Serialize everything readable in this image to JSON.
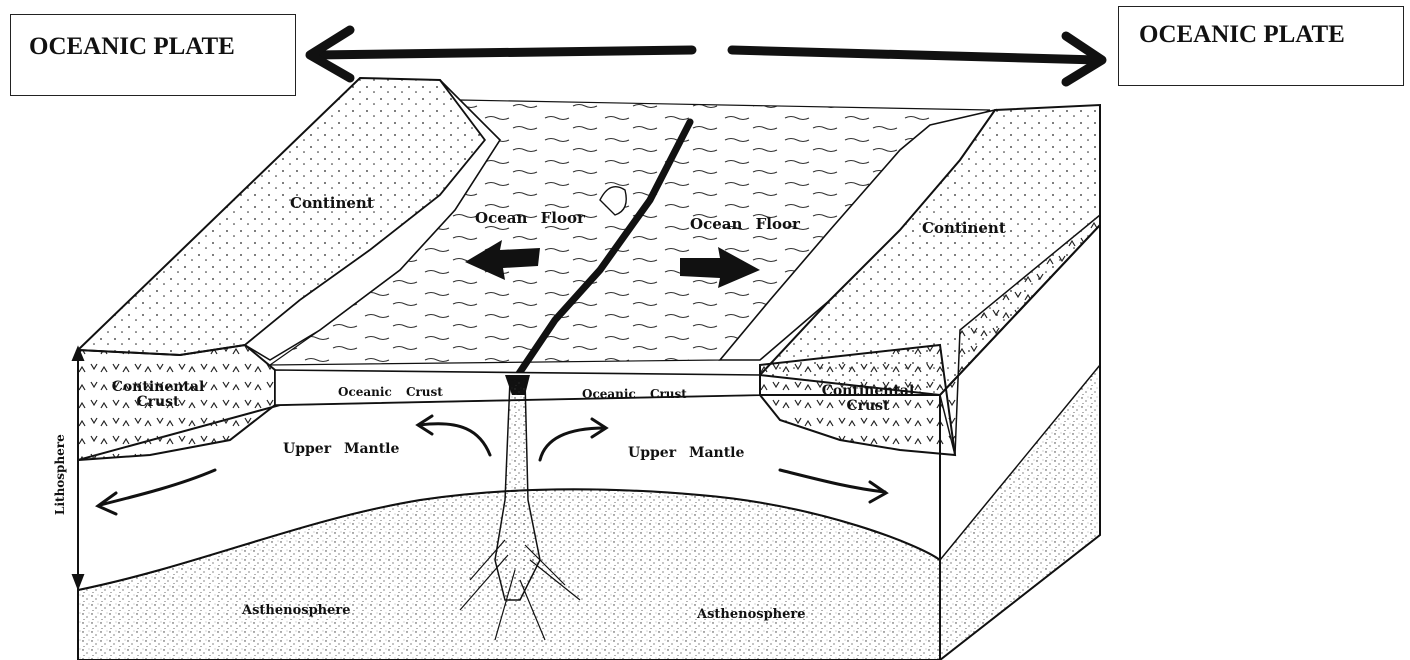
{
  "plate_labels": {
    "left": "OCEANIC PLATE",
    "right": "OCEANIC PLATE"
  },
  "diagram_labels": {
    "continent_left": "Continent",
    "continent_right": "Continent",
    "ocean_floor_left": "Ocean Floor",
    "ocean_floor_right": "Ocean Floor",
    "continental_crust_left": "Continental\nCrust",
    "continental_crust_right": "Continental\nCrust",
    "oceanic_crust_left": "Oceanic Crust",
    "oceanic_crust_right": "Oceanic Crust",
    "upper_mantle_left": "Upper Mantle",
    "upper_mantle_right": "Upper Mantle",
    "asthenosphere_left": "Asthenosphere",
    "asthenosphere_right": "Asthenosphere",
    "lithosphere": "Lithosphere"
  },
  "colors": {
    "ink": "#111111",
    "paper": "#ffffff"
  }
}
